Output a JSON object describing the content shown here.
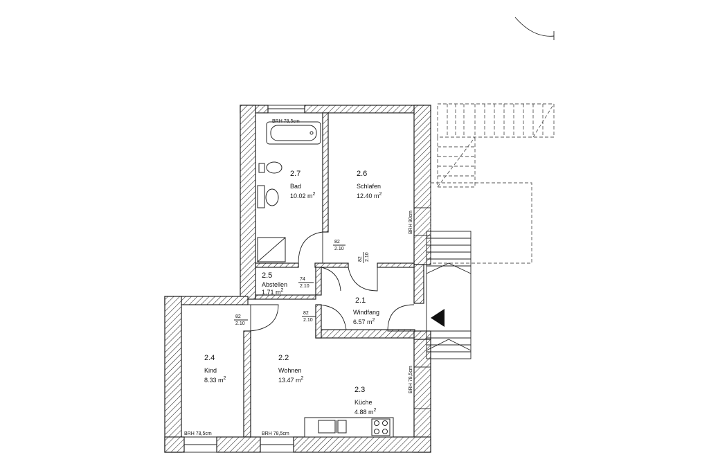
{
  "rooms": [
    {
      "id": "2.7",
      "name": "Bad",
      "area": "10.02 m",
      "sup": "2"
    },
    {
      "id": "2.6",
      "name": "Schlafen",
      "area": "12.40 m",
      "sup": "2"
    },
    {
      "id": "2.5",
      "name": "Abstellen",
      "area": "1.71 m",
      "sup": "2"
    },
    {
      "id": "2.1",
      "name": "Windfang",
      "area": "6.57 m",
      "sup": "2"
    },
    {
      "id": "2.4",
      "name": "Kind",
      "area": "8.33 m",
      "sup": "2"
    },
    {
      "id": "2.2",
      "name": "Wohnen",
      "area": "13.47 m",
      "sup": "2"
    },
    {
      "id": "2.3",
      "name": "Küche",
      "area": "4.88 m",
      "sup": "2"
    }
  ],
  "doors": [
    {
      "w": "82",
      "h": "2.10"
    },
    {
      "w": "82",
      "h": "2.10"
    },
    {
      "w": "74",
      "h": "2.10"
    },
    {
      "w": "82",
      "h": "2.10"
    },
    {
      "w": "82",
      "h": "2.10"
    }
  ],
  "windows": [
    "BRH 78,5cm",
    "BRH 90cm",
    "BRH 78,5cm",
    "BRH 78,5cm",
    "BRH 78,5cm"
  ],
  "icons": {
    "entrance": "entrance-arrow-icon"
  }
}
